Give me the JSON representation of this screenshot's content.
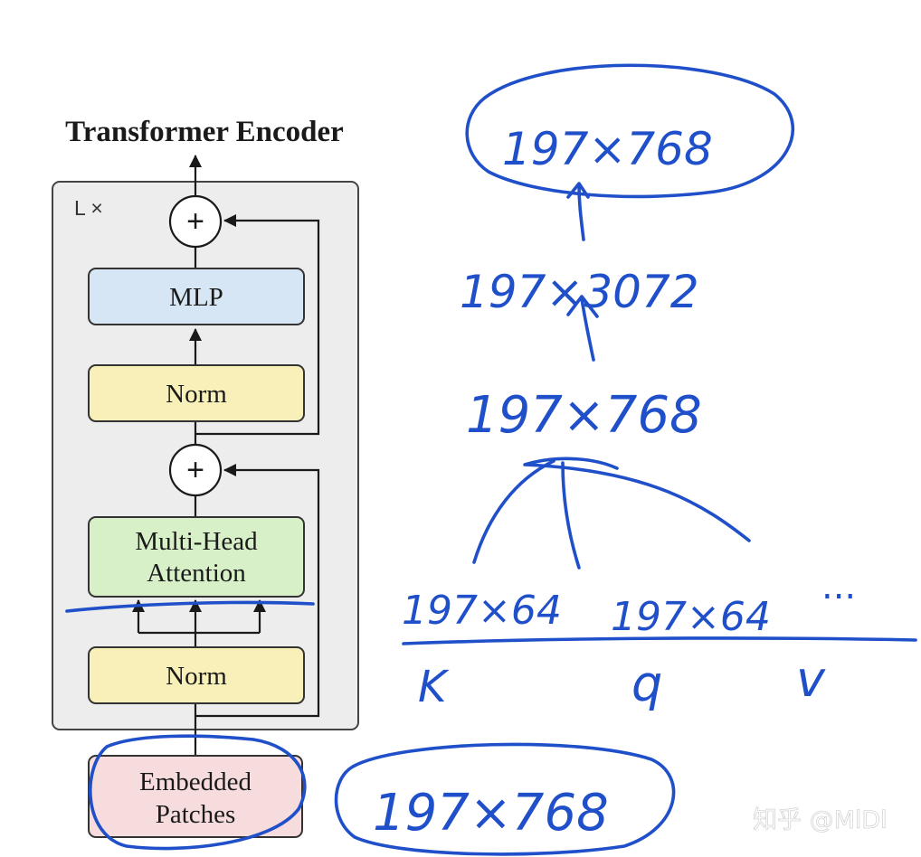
{
  "diagram": {
    "title": "Transformer Encoder",
    "repeat_label": "L ×",
    "blocks": {
      "mlp": "MLP",
      "norm_top": "Norm",
      "mha_line1": "Multi-Head",
      "mha_line2": "Attention",
      "norm_bottom": "Norm",
      "embedded_line1": "Embedded",
      "embedded_line2": "Patches"
    },
    "add_symbol": "+",
    "colors": {
      "mlp": "#d6e6f4",
      "norm": "#f8f0b8",
      "attention": "#d8f0c8",
      "embedded": "#f6dcdc",
      "panel": "#ededed",
      "ink": "#1f4fc9"
    }
  },
  "annotations": {
    "top": "197×768",
    "mlp_hidden": "197×3072",
    "after_attention": "197×768",
    "head_k": "197×64",
    "head_q": "197×64",
    "head_more": "...",
    "label_k": "K",
    "label_q": "q",
    "label_v": "v",
    "input": "197×768"
  },
  "watermark": "知乎 @MlDl"
}
